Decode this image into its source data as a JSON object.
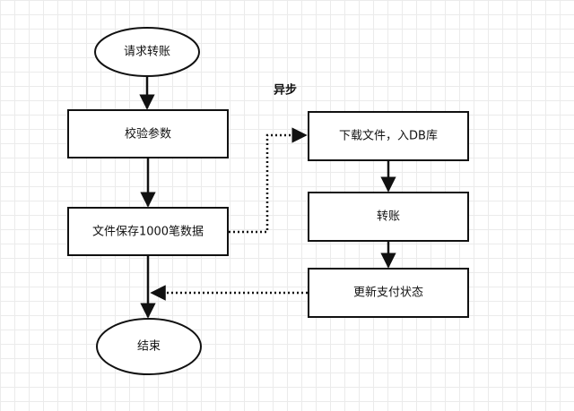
{
  "diagram": {
    "nodes": {
      "start": "请求转账",
      "validate": "校验参数",
      "save_file": "文件保存1000笔数据",
      "end": "结束",
      "download": "下载文件，入DB库",
      "transfer": "转账",
      "update_status": "更新支付状态"
    },
    "async_label": "异步"
  }
}
